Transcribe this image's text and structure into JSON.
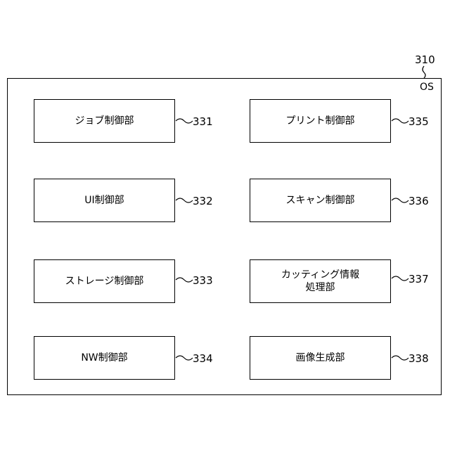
{
  "frame": {
    "ref": "310",
    "title": "OS"
  },
  "modules": [
    {
      "label": "ジョブ制御部",
      "ref": "331"
    },
    {
      "label": "UI制御部",
      "ref": "332"
    },
    {
      "label": "ストレージ制御部",
      "ref": "333"
    },
    {
      "label": "NW制御部",
      "ref": "334"
    },
    {
      "label": "プリント制御部",
      "ref": "335"
    },
    {
      "label": "スキャン制御部",
      "ref": "336"
    },
    {
      "label": "カッティング情報\n処理部",
      "ref": "337"
    },
    {
      "label": "画像生成部",
      "ref": "338"
    }
  ]
}
